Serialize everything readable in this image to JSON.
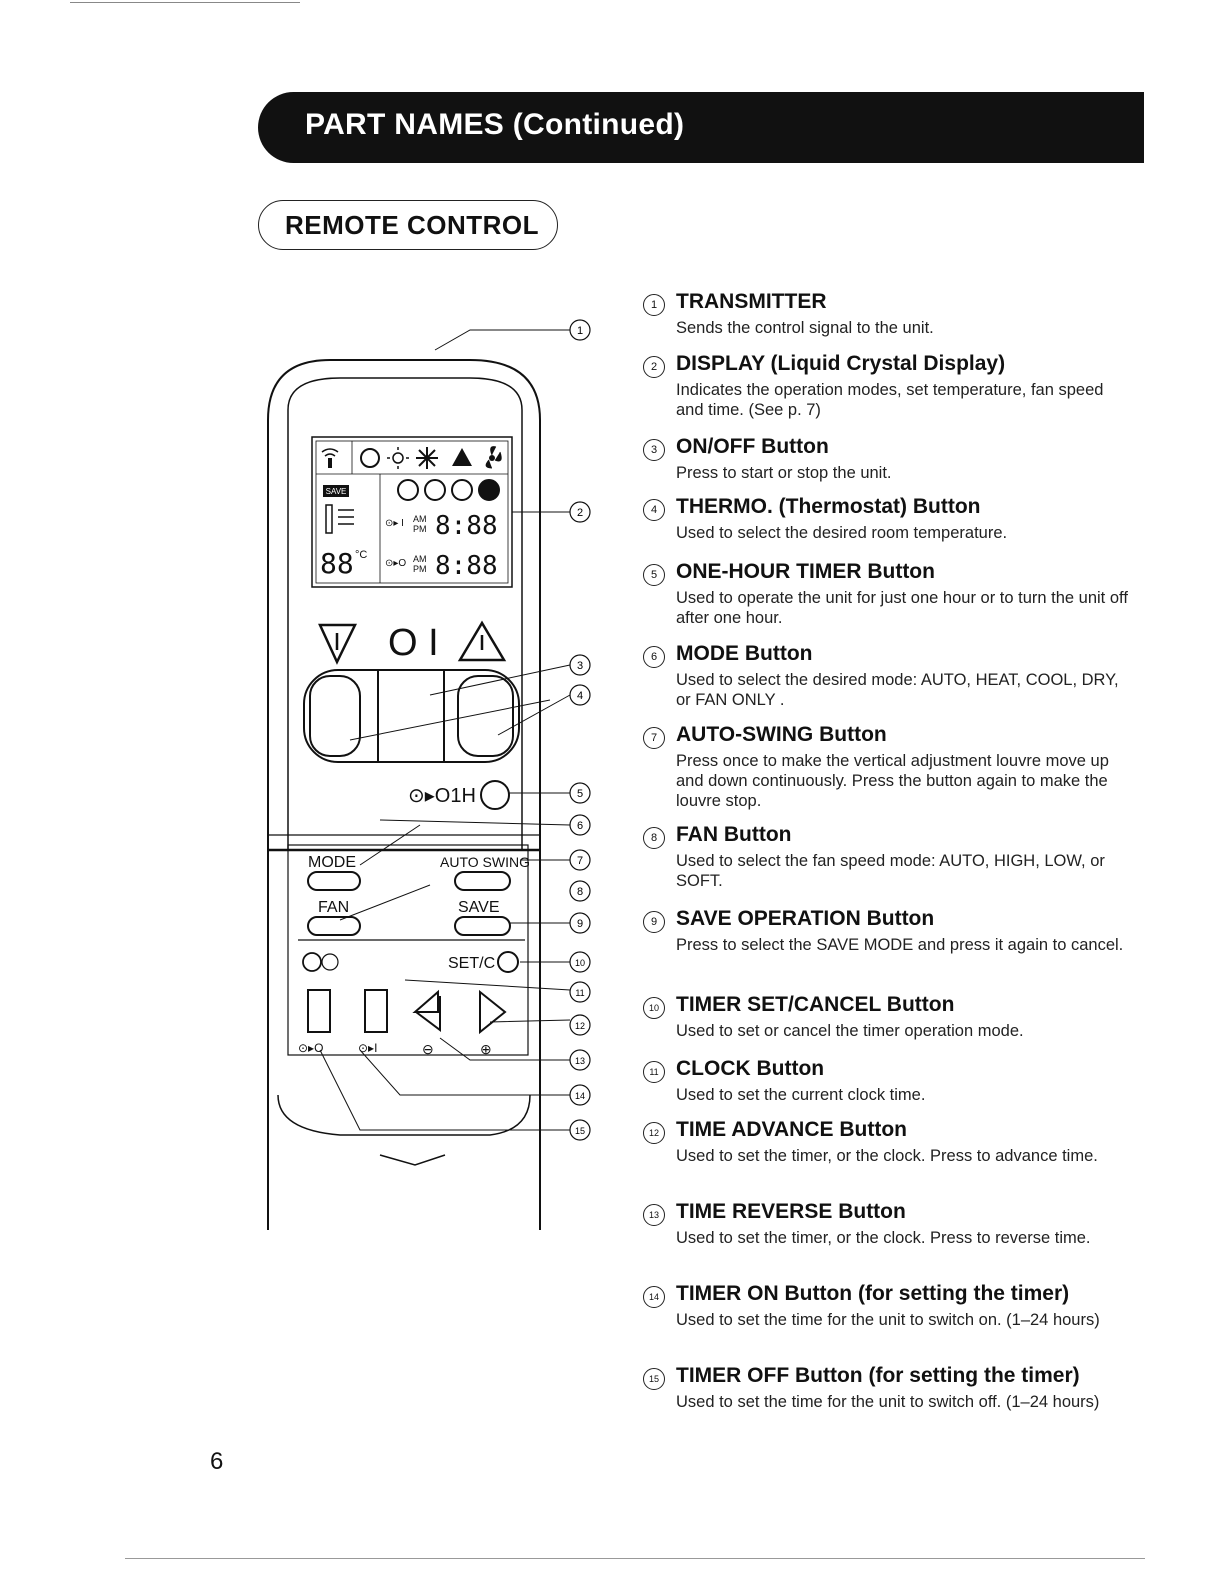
{
  "header": {
    "title": "PART NAMES (Continued)"
  },
  "section": {
    "title": "REMOTE CONTROL"
  },
  "page_number": "6",
  "remote": {
    "display_icons": [
      "antenna-icon",
      "auto-icon",
      "heat-icon",
      "cool-icon",
      "dry-icon",
      "fan-icon"
    ],
    "save_badge": "SAVE",
    "time_digits": "8:88",
    "temp_digits": "88",
    "temp_unit": "°C",
    "ampm_top": [
      "AM",
      "PM"
    ],
    "ampm_bottom": [
      "AM",
      "PM"
    ],
    "timer_on_marker": "⊙▸ I",
    "timer_off_marker": "⊙▸O",
    "onoff_symbol": "O I",
    "one_hour_label": "⊙▸O1H",
    "mode_label": "MODE",
    "auto_swing_label": "AUTO SWING",
    "fan_label": "FAN",
    "save_label": "SAVE",
    "set_c_label": "SET/C",
    "minus_label": "⊖",
    "plus_label": "⊕",
    "timer_on_label": "⊙▸I",
    "timer_off_label": "⊙▸O",
    "callouts": [
      "1",
      "2",
      "3",
      "4",
      "5",
      "6",
      "7",
      "8",
      "9",
      "10",
      "11",
      "12",
      "13",
      "14",
      "15"
    ]
  },
  "parts": [
    {
      "num": "1",
      "name": "TRANSMITTER",
      "desc": "Sends the control signal to the unit."
    },
    {
      "num": "2",
      "name": "DISPLAY (Liquid Crystal Display)",
      "desc": "Indicates the operation modes, set temperature, fan speed and time. (See p. 7)"
    },
    {
      "num": "3",
      "name": "ON/OFF Button",
      "desc": "Press to start or stop the unit."
    },
    {
      "num": "4",
      "name": "THERMO. (Thermostat) Button",
      "desc": "Used to select the desired room temperature."
    },
    {
      "num": "5",
      "name": "ONE-HOUR TIMER Button",
      "desc": "Used to operate the unit for just one hour or to turn the unit off after one hour."
    },
    {
      "num": "6",
      "name": "MODE Button",
      "desc": "Used to select the desired mode: AUTO, HEAT, COOL, DRY, or FAN ONLY ."
    },
    {
      "num": "7",
      "name": "AUTO-SWING Button",
      "desc": "Press once to make the vertical adjustment louvre move up and down continuously. Press the button again to make the louvre stop."
    },
    {
      "num": "8",
      "name": "FAN Button",
      "desc": "Used to select the fan speed mode: AUTO, HIGH, LOW, or SOFT."
    },
    {
      "num": "9",
      "name": "SAVE OPERATION Button",
      "desc": "Press to select the SAVE MODE and press it again to cancel."
    },
    {
      "num": "10",
      "name": "TIMER SET/CANCEL Button",
      "desc": "Used to set or cancel the timer operation mode."
    },
    {
      "num": "11",
      "name": "CLOCK Button",
      "desc": "Used to set the current clock time."
    },
    {
      "num": "12",
      "name": "TIME ADVANCE Button",
      "desc": "Used to set the timer, or the clock. Press to advance time."
    },
    {
      "num": "13",
      "name": "TIME REVERSE Button",
      "desc": "Used to set the timer, or the clock. Press to reverse time."
    },
    {
      "num": "14",
      "name": "TIMER ON Button (for setting the timer)",
      "desc": "Used to set the time for the unit to switch on. (1–24 hours)"
    },
    {
      "num": "15",
      "name": "TIMER OFF Button (for setting the timer)",
      "desc": "Used to set the time for the unit to switch off. (1–24 hours)"
    }
  ]
}
